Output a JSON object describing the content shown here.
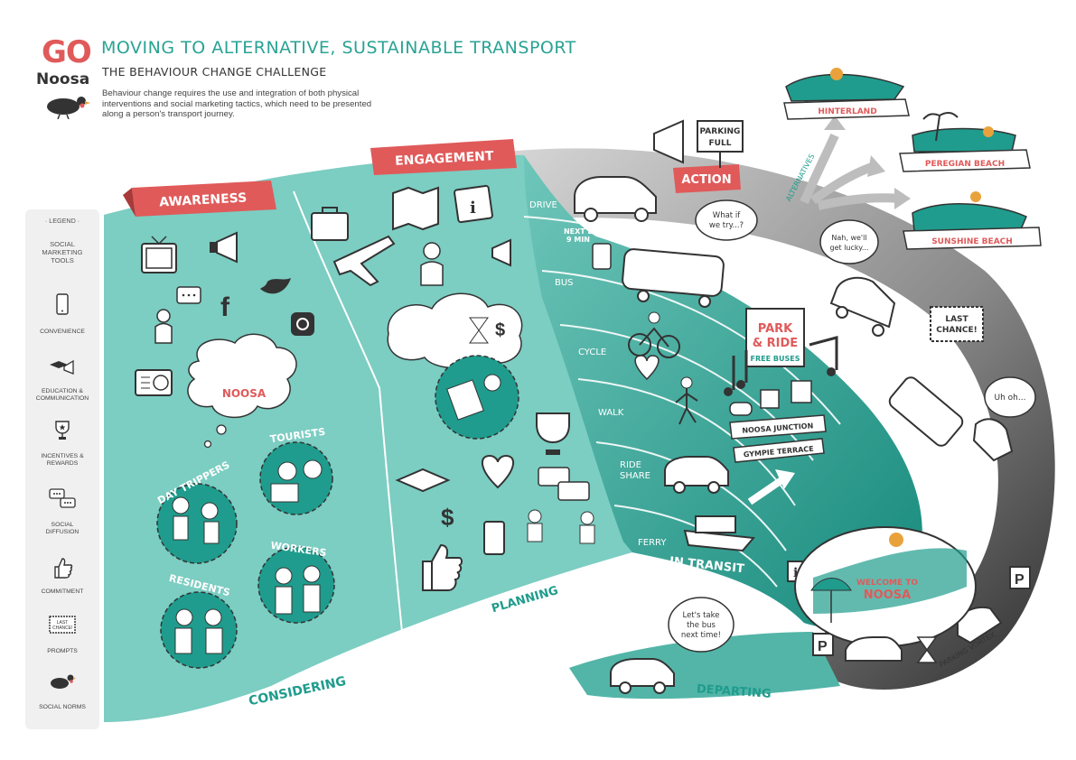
{
  "header": {
    "logo_go": "GO",
    "logo_noosa": "Noosa",
    "title": "MOVING TO ALTERNATIVE, SUSTAINABLE TRANSPORT",
    "subtitle": "THE BEHAVIOUR CHANGE CHALLENGE",
    "intro": "Behaviour change requires the use and integration of both physical interventions and social marketing tactics, which need to be presented along a person's transport journey."
  },
  "legend": {
    "title": "LEGEND",
    "heading": "SOCIAL MARKETING TOOLS",
    "items": [
      {
        "label": "CONVENIENCE",
        "icon": "phone-icon"
      },
      {
        "label": "EDUCATION & COMMUNICATION",
        "icon": "graduation-megaphone-icon"
      },
      {
        "label": "INCENTIVES & REWARDS",
        "icon": "trophy-icon"
      },
      {
        "label": "SOCIAL DIFFUSION",
        "icon": "speech-bubbles-icon"
      },
      {
        "label": "COMMITMENT",
        "icon": "thumbs-up-icon"
      },
      {
        "label": "PROMPTS",
        "icon": "last-chance-sign-icon",
        "sign_text": "LAST CHANCE!"
      },
      {
        "label": "SOCIAL NORMS",
        "icon": "turkey-icon"
      }
    ]
  },
  "stages": {
    "awareness": "AWARENESS",
    "engagement": "ENGAGEMENT",
    "action": "ACTION",
    "considering": "CONSIDERING",
    "planning": "PLANNING",
    "in_transit": "IN TRANSIT",
    "departing": "DEPARTING",
    "alternatives": "ALTERNATIVES",
    "parking_vortex": "PARKING VORTEX"
  },
  "groups": {
    "noosa_cloud": "NOOSA",
    "tourists": "TOURISTS",
    "day_trippers": "DAY TRIPPERS",
    "workers": "WORKERS",
    "residents": "RESIDENTS"
  },
  "modes": [
    "DRIVE",
    "BUS",
    "CYCLE",
    "WALK",
    "RIDE SHARE",
    "FERRY"
  ],
  "ride_share_lines": [
    "RIDE",
    "SHARE"
  ],
  "signs": {
    "parking_full": [
      "PARKING",
      "FULL"
    ],
    "next_bus": [
      "NEXT BUS:",
      "9 MIN"
    ],
    "park_ride": [
      "PARK",
      "& RIDE"
    ],
    "free_buses": "FREE BUSES",
    "noosa_junction": "NOOSA JUNCTION",
    "gympie_terrace": "GYMPIE TERRACE",
    "last_chance": [
      "LAST",
      "CHANCE!"
    ],
    "welcome": [
      "WELCOME TO",
      "NOOSA"
    ]
  },
  "bubbles": {
    "what_if": [
      "What if",
      "we try...?"
    ],
    "nah": [
      "Nah, we'll",
      "get lucky..."
    ],
    "uh_oh": "Uh oh...",
    "lets_take": [
      "Let's take",
      "the bus",
      "next time!"
    ]
  },
  "destinations": [
    "HINTERLAND",
    "PEREGIAN BEACH",
    "SUNSHINE BEACH"
  ],
  "colors": {
    "teal": "#1f9c8d",
    "light_teal": "#7ccdc2",
    "coral": "#e05a5a",
    "dark": "#333333"
  }
}
